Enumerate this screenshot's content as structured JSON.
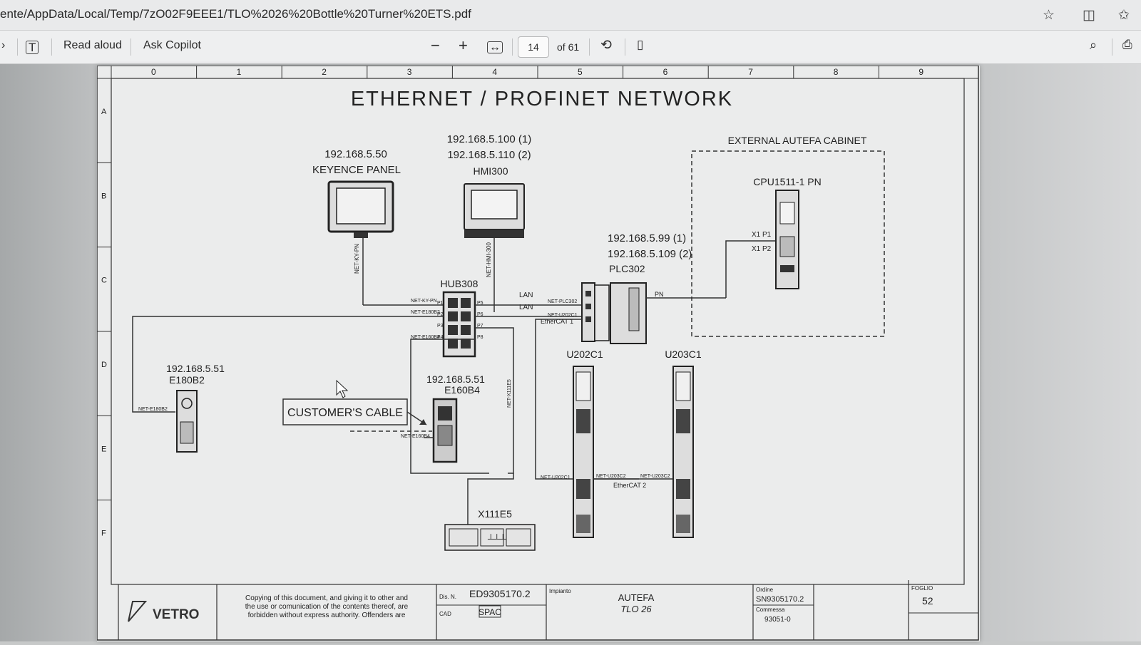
{
  "browser": {
    "url": "ente/AppData/Local/Temp/7zO02F9EEE1/TLO%2026%20Bottle%20Turner%20ETS.pdf"
  },
  "toolbar": {
    "read_aloud": "Read aloud",
    "ask_copilot": "Ask Copilot",
    "page_current": "14",
    "page_total": "of 61"
  },
  "drawing": {
    "title": "ETHERNET / PROFINET NETWORK",
    "columns": [
      "0",
      "1",
      "2",
      "3",
      "4",
      "5",
      "6",
      "7",
      "8",
      "9"
    ],
    "rows": [
      "A",
      "B",
      "C",
      "D",
      "E",
      "F"
    ],
    "keyence": {
      "ip": "192.168.5.50",
      "name": "KEYENCE PANEL",
      "net": "NET-KY-PN"
    },
    "hmi": {
      "ip1": "192.168.5.100 (1)",
      "ip2": "192.168.5.110 (2)",
      "name": "HMI300",
      "net": "NET-HMI-300"
    },
    "cabinet": {
      "label": "EXTERNAL AUTEFA CABINET",
      "cpu": "CPU1511-1 PN",
      "p1": "X1 P1",
      "p2": "X1 P2"
    },
    "plc": {
      "ip1": "192.168.5.99 (1)",
      "ip2": "192.168.5.109 (2)",
      "name": "PLC302",
      "pn": "PN",
      "net1": "NET-PLC302",
      "net2": "NET-U202C1",
      "ethercat": "EtherCAT 1"
    },
    "hub": {
      "name": "HUB308",
      "ports": [
        "P1",
        "P2",
        "P3",
        "P4",
        "P5",
        "P6",
        "P7",
        "P8"
      ],
      "n1": "NET-KY-PN",
      "n2": "NET-E180B2",
      "n3": "NET-E160B4",
      "lan1": "LAN",
      "lan2": "LAN"
    },
    "e180": {
      "ip": "192.168.5.51",
      "name": "E180B2",
      "net": "NET-E180B2"
    },
    "e160": {
      "ip": "192.168.5.51",
      "name": "E160B4",
      "net": "NET-E160B4"
    },
    "customer_cable": "CUSTOMER'S CABLE",
    "x111": {
      "name": "X111E5",
      "net": "NET-X111E5"
    },
    "u202": {
      "name": "U202C1",
      "net": "NET-U202C1"
    },
    "u203": {
      "name": "U203C1",
      "net1": "NET-U203C2",
      "net2": "NET-U203C2",
      "ethercat": "EtherCAT 2"
    },
    "titleblock": {
      "logo": "VETRO",
      "notice1": "Copying of this document, and giving it to other and",
      "notice2": "the use or comunication of the contents thereof, are",
      "notice3": "forbidden without express authority. Offenders are",
      "dis_label": "Dis. N.",
      "dis_value": "ED9305170.2",
      "cad_label": "CAD",
      "cad_value": "SPAC",
      "impianto_label": "Impianto",
      "impianto_value1": "AUTEFA",
      "impianto_value2": "TLO 26",
      "ordine_label": "Ordine",
      "ordine_value": "SN9305170.2",
      "commessa_label": "Commessa",
      "commessa_value": "93051-0",
      "foglio_label": "FOGLIO",
      "foglio_value": "52"
    }
  }
}
